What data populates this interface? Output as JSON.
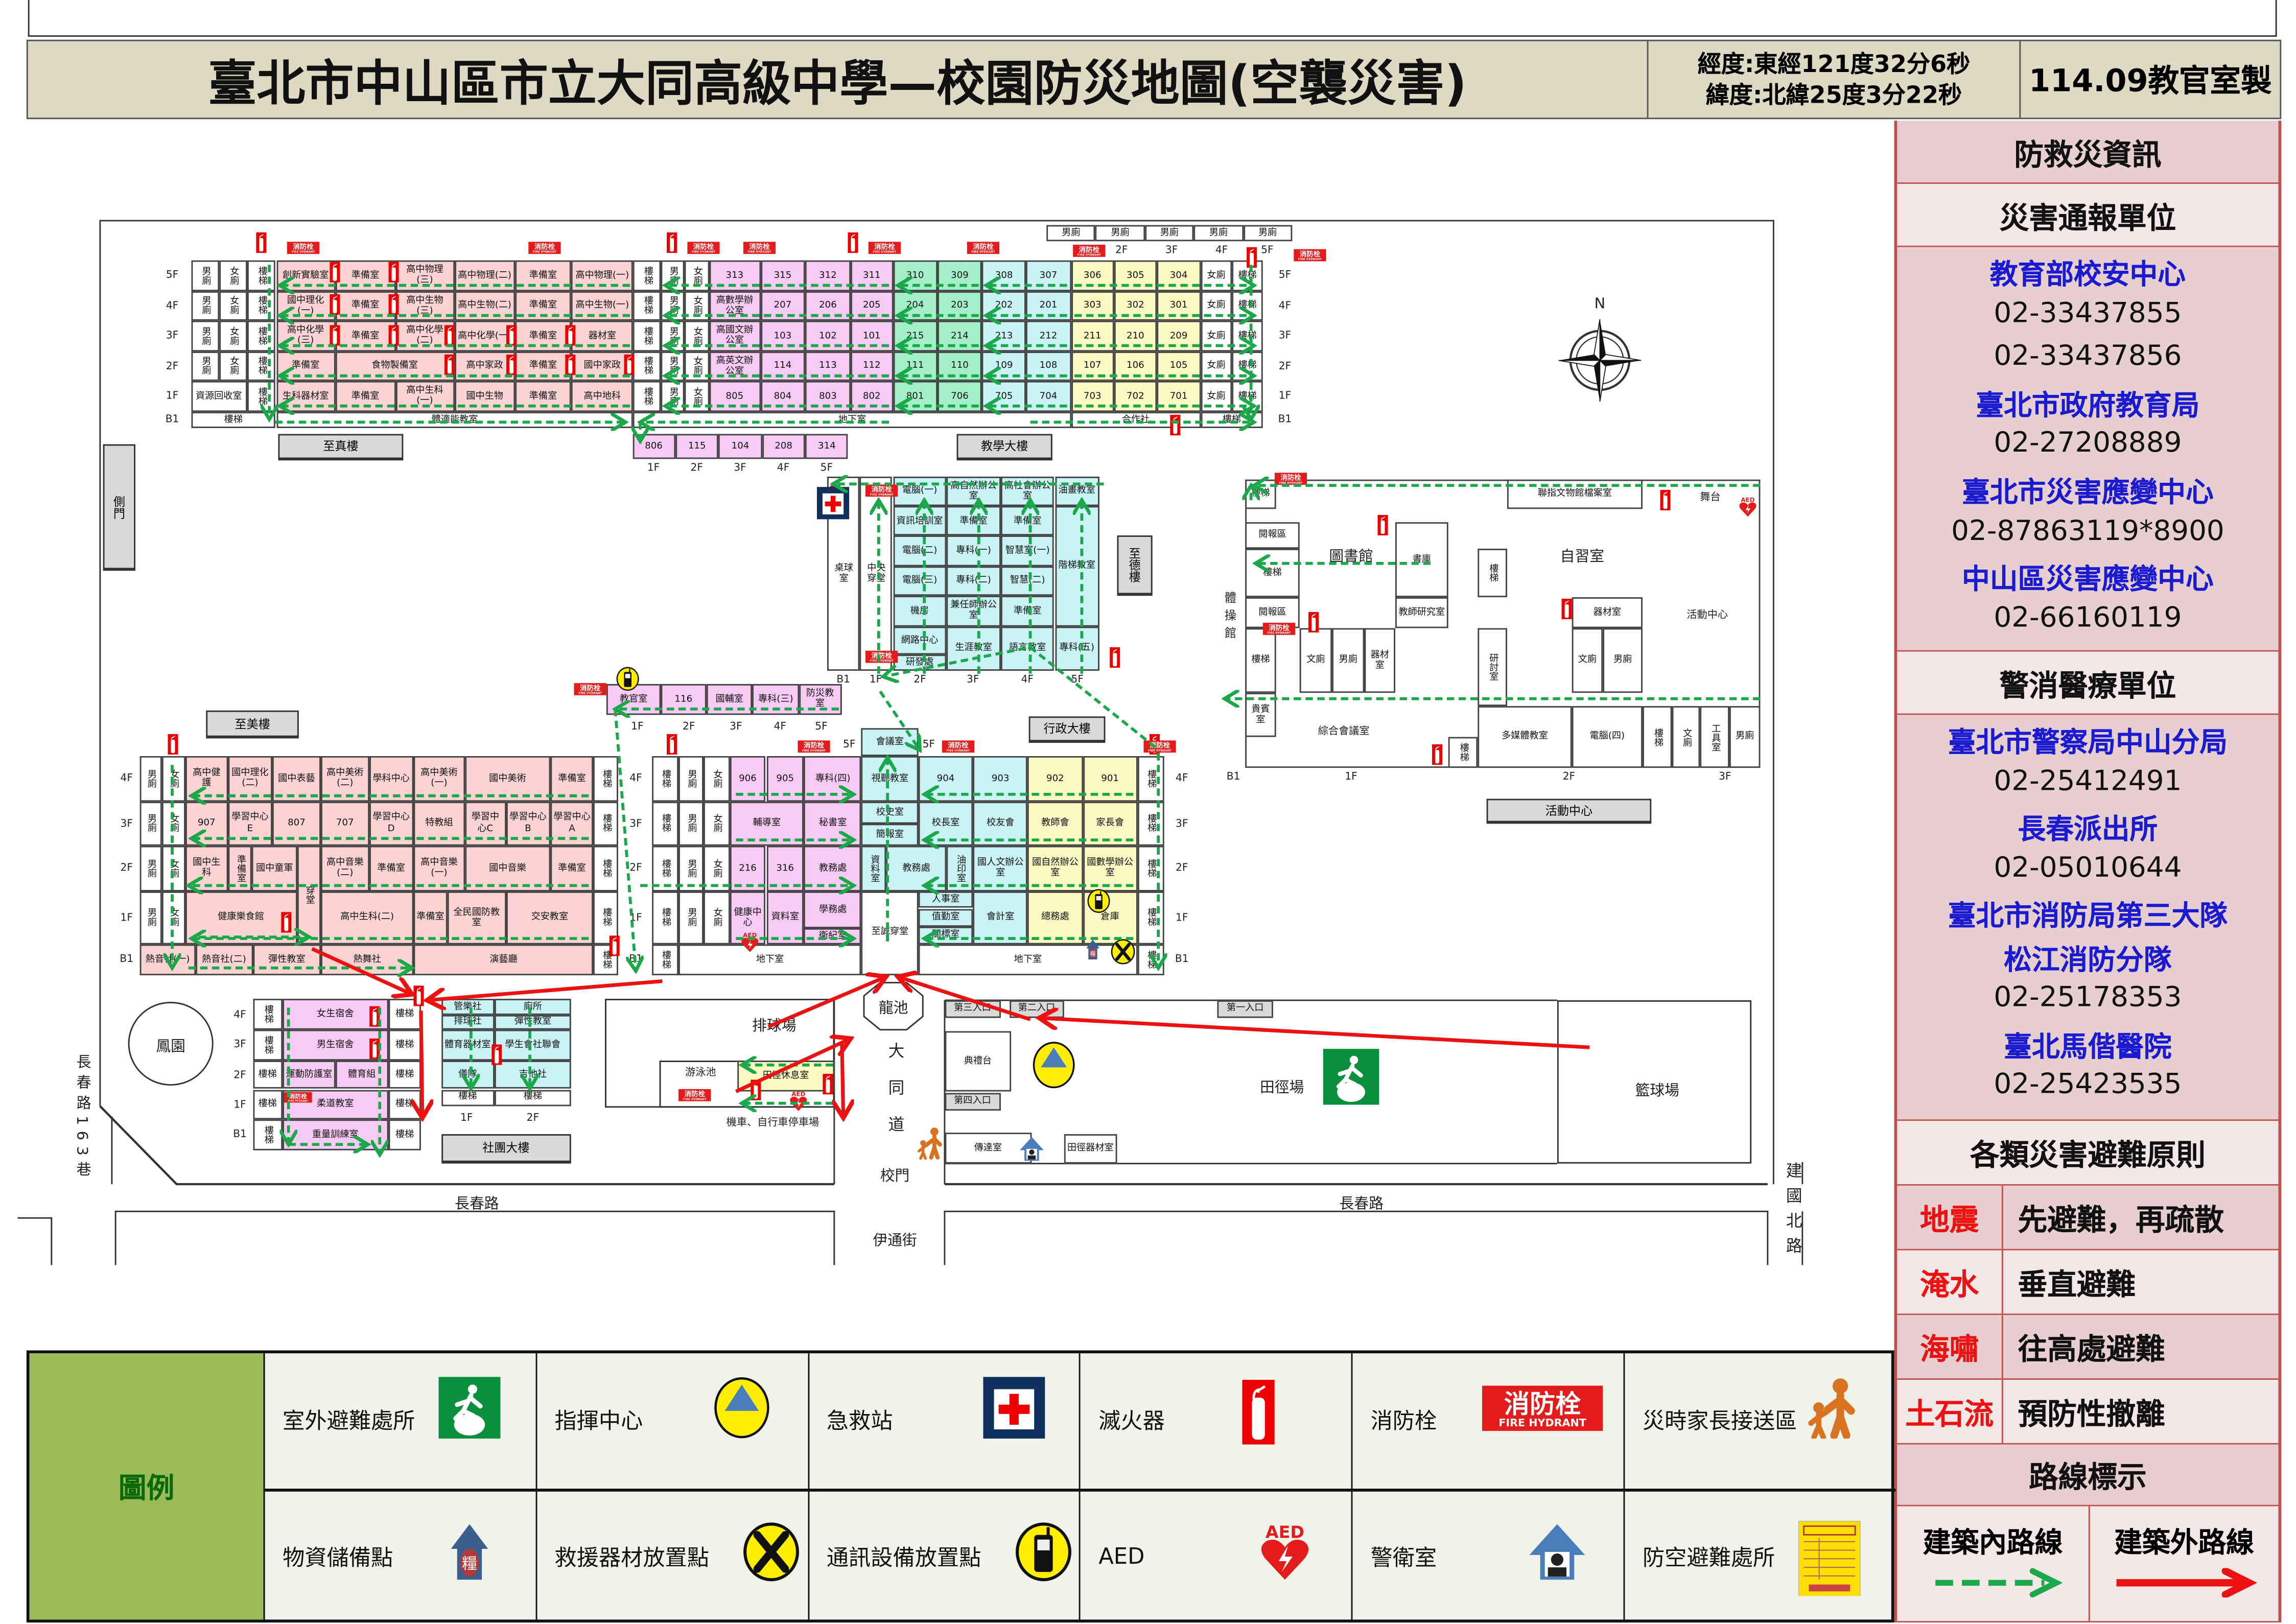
{
  "header": {
    "title": "臺北市中山區市立大同高級中學—校園防災地圖(空襲災害)",
    "longitude": "經度:東經121度32分6秒",
    "latitude": "緯度:北緯25度3分22秒",
    "credit": "114.09教官室製"
  },
  "palette": {
    "w": "#ffffff",
    "p": "#fbd3d3",
    "m": "#f8cbf5",
    "g": "#a3efc7",
    "c": "#c9f3f5",
    "y": "#fafac2",
    "gray": "#d9d9d9",
    "route_inside": "#1aa84a",
    "route_outside": "#ee1111",
    "panel_dark": "#e7cfd1",
    "panel_light": "#f3e7e7",
    "panel_border": "#c0504d",
    "legend_green": "#9bbb59",
    "header_bg": "#ddd9c3"
  },
  "map": {
    "floors": [
      "5F",
      "4F",
      "3F",
      "2F",
      "1F",
      "B1"
    ],
    "floors_short": [
      "1F",
      "2F",
      "3F",
      "4F",
      "5F"
    ],
    "floors_center": [
      "B1",
      "1F",
      "2F",
      "3F",
      "4F",
      "5F"
    ],
    "floors_right": [
      "B1",
      "1F",
      "2F",
      "3F"
    ],
    "top_building": {
      "rows": [
        [
          "男廁",
          "女廁",
          "樓梯",
          "創新實驗室",
          "準備室",
          "高中物理(三)",
          "高中物理(二)",
          "準備室",
          "高中物理(一)",
          "樓梯",
          "男廁",
          "女廁",
          "313",
          "315",
          "312",
          "311",
          "310",
          "309",
          "308",
          "307",
          "306",
          "305",
          "304",
          "女廁",
          "樓梯"
        ],
        [
          "男廁",
          "女廁",
          "樓梯",
          "國中理化(一)",
          "準備室",
          "高中生物(三)",
          "高中生物(二)",
          "準備室",
          "高中生物(一)",
          "樓梯",
          "男廁",
          "女廁",
          "高數學辦公室",
          "207",
          "206",
          "205",
          "204",
          "203",
          "202",
          "201",
          "303",
          "302",
          "301",
          "女廁",
          "樓梯"
        ],
        [
          "男廁",
          "女廁",
          "樓梯",
          "高中化學(三)",
          "準備室",
          "高中化學(二)",
          "高中化學(一)",
          "準備室",
          "器材室",
          "樓梯",
          "男廁",
          "女廁",
          "高國文辦公室",
          "103",
          "102",
          "101",
          "215",
          "214",
          "213",
          "212",
          "211",
          "210",
          "209",
          "女廁",
          "樓梯"
        ],
        [
          "男廁",
          "女廁",
          "樓梯",
          "準備室",
          "食物製備室",
          "高中家政",
          "準備室",
          "國中家政",
          "樓梯",
          "男廁",
          "女廁",
          "高英文辦公室",
          "114",
          "113",
          "112",
          "111",
          "110",
          "109",
          "108",
          "107",
          "106",
          "105",
          "女廁",
          "樓梯"
        ],
        [
          "資源回收室",
          "樓梯",
          "生科器材室",
          "準備室",
          "高中生科(一)",
          "國中生物",
          "準備室",
          "高中地科",
          "樓梯",
          "男廁",
          "女廁",
          "805",
          "804",
          "803",
          "802",
          "801",
          "706",
          "705",
          "704",
          "703",
          "702",
          "701",
          "女廁",
          "樓梯"
        ],
        [
          "樓梯",
          "體適能教室",
          "地下室",
          "合作社",
          "樓梯"
        ]
      ],
      "restrooms": [
        "男廁",
        "男廁",
        "男廁",
        "男廁",
        "男廁"
      ],
      "restroom_floors": [
        "2F",
        "3F",
        "4F",
        "5F"
      ],
      "annex_rooms": [
        "806",
        "115",
        "104",
        "208",
        "314"
      ]
    },
    "labels": {
      "zhizhen": "至真樓",
      "teaching": "教學大樓",
      "side_gate": "側門",
      "zhide": "至德樓",
      "zhimei": "至美樓",
      "admin": "行政大樓",
      "activity": "活動中心",
      "clubs": "社團大樓",
      "phoenix": "鳳園",
      "dragon_pond": "龍池",
      "datong_road": "大同道",
      "gate": "校門",
      "yitong": "伊通街",
      "changchun": "長春路",
      "changchun2": "長春路",
      "lane": "長春路163巷",
      "jianguo": "建國北路",
      "volleyball": "排球場",
      "pool": "游泳池",
      "parking": "機車、自行車停車場",
      "track": "田徑場",
      "basketball": "籃球場",
      "stage": "典禮台",
      "gate3": "第三入口",
      "gate2": "第二入口",
      "gate1": "第一入口",
      "gate4": "第四入口",
      "guard_room": "傳達室",
      "track_storage": "田徑器材室",
      "track_rest": "田徑休息室",
      "north": "N"
    },
    "center_building": {
      "pingpong": "桌球室",
      "hall": "中央穿堂",
      "f2": [
        "電腦(一)",
        "資訊培訓室",
        "電腦(二)",
        "電腦(三)",
        "機房",
        "網路中心",
        "研發處"
      ],
      "f3": [
        "高自然辦公室",
        "準備室",
        "專科(一)",
        "專科(二)",
        "兼任師辦公室",
        "生涯教室"
      ],
      "f4": [
        "高社會辦公室",
        "準備室",
        "智慧室(一)",
        "智慧(二)",
        "準備室",
        "語言教室"
      ],
      "f5": [
        "油畫教室",
        "階梯教室",
        "專科(五)"
      ]
    },
    "east_building": {
      "gym": "體操館",
      "rooms": [
        "樓梯",
        "閱報區",
        "樓梯",
        "閱報區",
        "樓梯",
        "貴賓室",
        "書庫",
        "教師研究室",
        "文廁",
        "男廁",
        "器材室",
        "樓梯",
        "聯指文物館檔案室",
        "樓梯",
        "器材室",
        "研討室",
        "文廁",
        "男廁",
        "多媒體教室",
        "電腦(四)",
        "樓梯",
        "文廁",
        "工具室",
        "男廁"
      ],
      "library": "圖書館",
      "stage": "舞台",
      "study": "自習室",
      "activity_hall": "活動中心",
      "meeting": "綜合會議室"
    },
    "strip": [
      "教官室",
      "116",
      "國輔室",
      "專科(三)",
      "防災教室"
    ],
    "southwest_building": {
      "r4": [
        "男廁",
        "女廁",
        "高中健護",
        "國中理化(二)",
        "國中表藝",
        "高中美術(二)",
        "學科中心",
        "高中美術(一)",
        "國中美術",
        "準備室",
        "樓梯"
      ],
      "r3": [
        "男廁",
        "女廁",
        "907",
        "學習中心E",
        "807",
        "707",
        "學習中心D",
        "特教組",
        "學習中心C",
        "學習中心B",
        "學習中心A",
        "樓梯"
      ],
      "r2": [
        "男廁",
        "女廁",
        "國中生科",
        "準備室",
        "國中童軍",
        "高中音樂(二)",
        "準備室",
        "高中音樂(一)",
        "國中音樂",
        "準備室",
        "樓梯"
      ],
      "r1": [
        "男廁",
        "女廁",
        "健康樂食館",
        "穿堂",
        "高中生科(二)",
        "準備室",
        "全民國防教室",
        "交安教室",
        "樓梯"
      ],
      "rb": [
        "熱音社(一)",
        "熱音社(二)",
        "彈性教室",
        "熱舞社",
        "演藝廳",
        "樓梯"
      ]
    },
    "admin_building": {
      "r5": [
        "會議室"
      ],
      "r4": [
        "樓梯",
        "男廁",
        "女廁",
        "906",
        "905",
        "專科(四)",
        "視聽教室",
        "904",
        "903",
        "902",
        "901",
        "樓梯"
      ],
      "r3": [
        "樓梯",
        "男廁",
        "女廁",
        "輔導室",
        "秘書室",
        "校史室",
        "簡報室",
        "校長室",
        "校友會",
        "教師會",
        "家長會",
        "樓梯"
      ],
      "r2": [
        "樓梯",
        "男廁",
        "女廁",
        "216",
        "316",
        "教務處",
        "資料室",
        "教務處",
        "油印室",
        "國人文辦公室",
        "國自然辦公室",
        "國數學辦公室",
        "樓梯"
      ],
      "r1": [
        "樓梯",
        "男廁",
        "女廁",
        "健康中心",
        "資料室",
        "學務處",
        "衛紀室",
        "至誠穿堂",
        "人事室",
        "值勤室",
        "關標室",
        "會計室",
        "總務處",
        "倉庫",
        "樓梯"
      ],
      "rb": [
        "樓梯",
        "地下室",
        "地下室",
        "樓梯"
      ]
    },
    "dorm": [
      "樓梯",
      "女生宿舍",
      "樓梯",
      "樓梯",
      "男生宿舍",
      "樓梯",
      "樓梯",
      "運動防護室",
      "體育組",
      "樓梯",
      "樓梯",
      "柔道教室",
      "樓梯",
      "樓梯",
      "重量訓練室",
      "樓梯"
    ],
    "dorm_floors": [
      "4F",
      "3F",
      "2F",
      "1F",
      "B1"
    ],
    "club_building": [
      "管樂社",
      "廁所",
      "排球社",
      "彈性教室",
      "體育器材室",
      "學生會社聯會",
      "儀隊",
      "吉他社",
      "樓梯",
      "樓梯"
    ],
    "club_floors": [
      "1F",
      "2F"
    ]
  },
  "marks": {
    "hydrant": [
      "消防栓",
      "FIRE HYDRANT"
    ],
    "supply": "糧",
    "aed": "AED"
  },
  "info_panel": {
    "title": "防救災資訊",
    "report_title": "災害通報單位",
    "report_lines": [
      {
        "t": "教育部校安中心",
        "k": "org"
      },
      {
        "t": "02-33437855",
        "k": "phone"
      },
      {
        "t": "02-33437856",
        "k": "phone"
      },
      {
        "t": "臺北市政府教育局",
        "k": "org"
      },
      {
        "t": "02-27208889",
        "k": "phone"
      },
      {
        "t": "臺北市災害應變中心",
        "k": "org"
      },
      {
        "t": "02-87863119*8900",
        "k": "phone"
      },
      {
        "t": "中山區災害應變中心",
        "k": "org"
      },
      {
        "t": "02-66160119",
        "k": "phone"
      }
    ],
    "medical_title": "警消醫療單位",
    "medical_lines": [
      {
        "t": "臺北市警察局中山分局",
        "k": "org"
      },
      {
        "t": "02-25412491",
        "k": "phone"
      },
      {
        "t": "長春派出所",
        "k": "org"
      },
      {
        "t": "02-05010644",
        "k": "phone"
      },
      {
        "t": "臺北市消防局第三大隊",
        "k": "org"
      },
      {
        "t": "松江消防分隊",
        "k": "org"
      },
      {
        "t": "02-25178353",
        "k": "phone"
      },
      {
        "t": "臺北馬偕醫院",
        "k": "org"
      },
      {
        "t": "02-25423535",
        "k": "phone"
      }
    ],
    "principles_title": "各類災害避難原則",
    "principles": [
      {
        "hazard": "地震",
        "action": "先避難，再疏散"
      },
      {
        "hazard": "淹水",
        "action": "垂直避難"
      },
      {
        "hazard": "海嘯",
        "action": "往高處避難"
      },
      {
        "hazard": "土石流",
        "action": "預防性撤離"
      }
    ],
    "routes_title": "路線標示",
    "route_inside": "建築內路線",
    "route_outside": "建築外路線"
  },
  "legend": {
    "title": "圖例",
    "items": [
      {
        "label": "室外避難處所",
        "icon": "exit"
      },
      {
        "label": "指揮中心",
        "icon": "command"
      },
      {
        "label": "急救站",
        "icon": "firstaid"
      },
      {
        "label": "滅火器",
        "icon": "extinguisher"
      },
      {
        "label": "消防栓",
        "icon": "hydrant"
      },
      {
        "label": "災時家長接送區",
        "icon": "pickup"
      },
      {
        "label": "物資儲備點",
        "icon": "supply"
      },
      {
        "label": "救援器材放置點",
        "icon": "tools"
      },
      {
        "label": "通訊設備放置點",
        "icon": "comm"
      },
      {
        "label": "AED",
        "icon": "aed"
      },
      {
        "label": "警衛室",
        "icon": "guard"
      },
      {
        "label": "防空避難處所",
        "icon": "shelter"
      }
    ]
  }
}
